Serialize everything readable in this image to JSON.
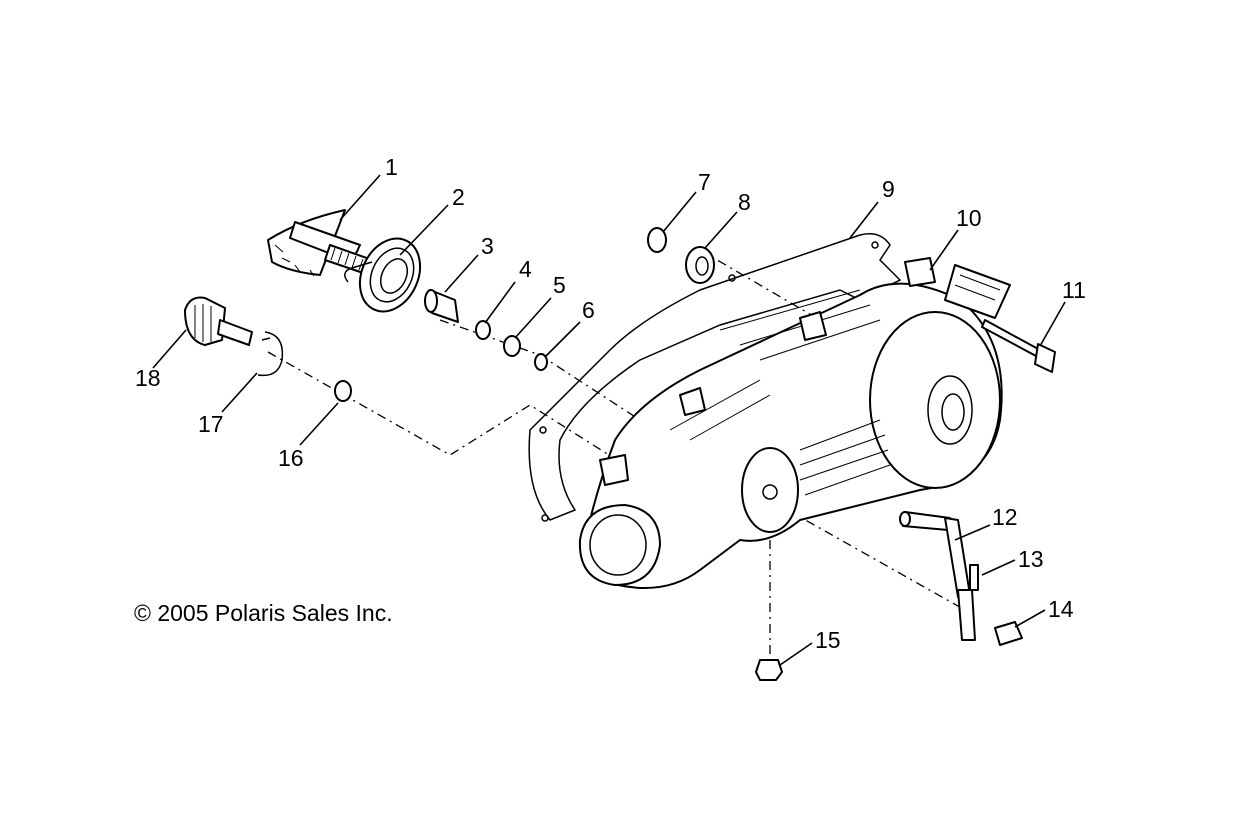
{
  "callouts": [
    {
      "id": "1",
      "label": "1"
    },
    {
      "id": "2",
      "label": "2"
    },
    {
      "id": "3",
      "label": "3"
    },
    {
      "id": "4",
      "label": "4"
    },
    {
      "id": "5",
      "label": "5"
    },
    {
      "id": "6",
      "label": "6"
    },
    {
      "id": "7",
      "label": "7"
    },
    {
      "id": "8",
      "label": "8"
    },
    {
      "id": "9",
      "label": "9"
    },
    {
      "id": "10",
      "label": "10"
    },
    {
      "id": "11",
      "label": "11"
    },
    {
      "id": "12",
      "label": "12"
    },
    {
      "id": "13",
      "label": "13"
    },
    {
      "id": "14",
      "label": "14"
    },
    {
      "id": "15",
      "label": "15"
    },
    {
      "id": "16",
      "label": "16"
    },
    {
      "id": "17",
      "label": "17"
    },
    {
      "id": "18",
      "label": "18"
    }
  ],
  "copyright": "© 2005 Polaris Sales Inc."
}
